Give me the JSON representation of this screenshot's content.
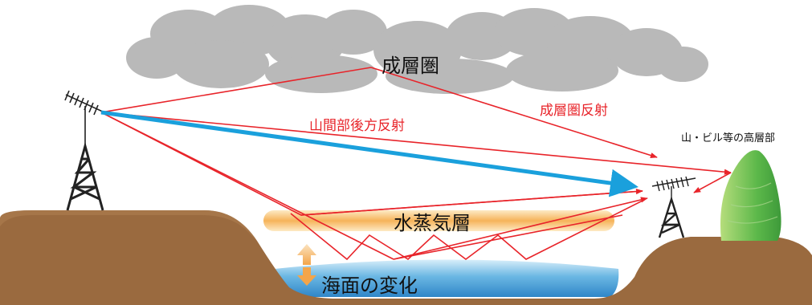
{
  "labels": {
    "stratosphere": "成層圏",
    "stratosphere_reflection": "成層圏反射",
    "mountain_back_reflection": "山間部後方反射",
    "high_objects": "山・ビル等の高層部",
    "vapor_layer": "水蒸気層",
    "sea_change": "海面の変化"
  },
  "colors": {
    "ray": "#e8242a",
    "direct_ray": "#1aa0dc",
    "cloud": "#b9b9b9",
    "ground": "#9a6a3f",
    "water": "#3d9ad6",
    "vapor": "#f6b35a",
    "mountain": "#5cb84a"
  },
  "icons": {
    "tx_antenna": "yagi-antenna-icon",
    "rx_antenna": "yagi-antenna-icon",
    "tx_tower": "lattice-tower-icon",
    "rx_tower": "lattice-tower-icon",
    "vertical_arrow": "up-down-arrow-icon"
  }
}
